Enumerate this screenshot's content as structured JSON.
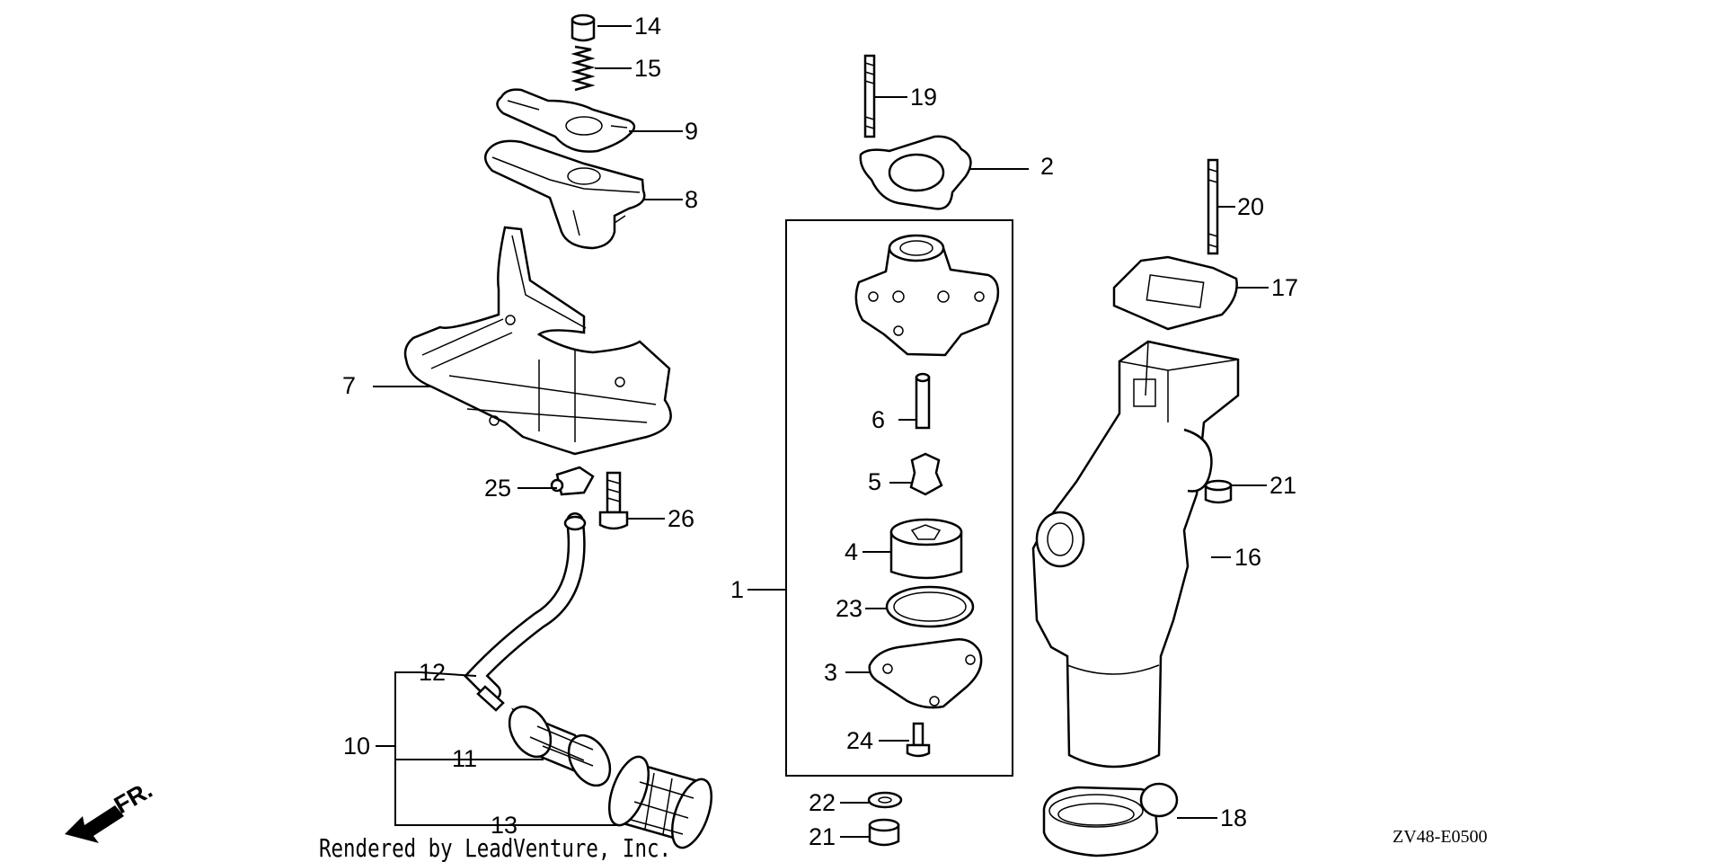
{
  "callouts": {
    "c1": "1",
    "c2": "2",
    "c3": "3",
    "c4": "4",
    "c5": "5",
    "c6": "6",
    "c7": "7",
    "c8": "8",
    "c9": "9",
    "c10": "10",
    "c11": "11",
    "c12": "12",
    "c13": "13",
    "c14": "14",
    "c15": "15",
    "c16": "16",
    "c17": "17",
    "c18": "18",
    "c19": "19",
    "c20": "20",
    "c21a": "21",
    "c21b": "21",
    "c22": "22",
    "c23": "23",
    "c24": "24",
    "c25": "25",
    "c26": "26"
  },
  "direction_label": "FR.",
  "credit": "Rendered by LeadVenture, Inc.",
  "diagram_code": "ZV48-E0500"
}
